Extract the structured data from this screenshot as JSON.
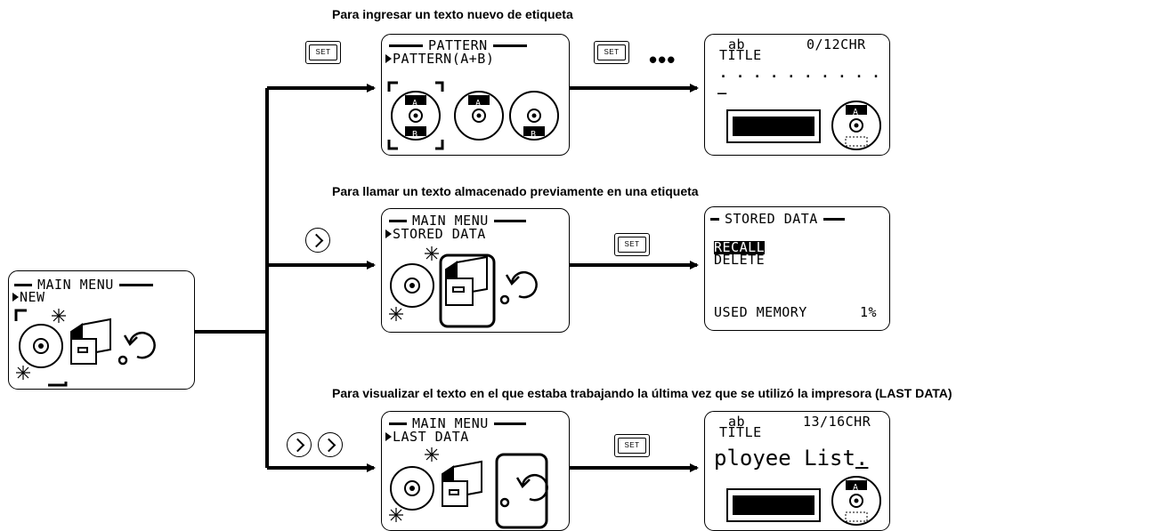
{
  "captions": {
    "new": "Para ingresar un texto nuevo de etiqueta",
    "stored": "Para llamar un texto almacenado previamente en una etiqueta",
    "last": "Para visualizar el texto en el que estaba trabajando la última vez que se utilizó la impresora (LAST DATA)"
  },
  "keys": {
    "set": "SET",
    "ellipsis": "•••"
  },
  "start_screen": {
    "header": "MAIN MENU",
    "selected": "NEW"
  },
  "pattern_screen": {
    "header": "PATTERN",
    "selected": "PATTERN(A+B)",
    "disc_labels": [
      "A",
      "B"
    ]
  },
  "title_new_screen": {
    "mode": "ab",
    "counter": "0/12CHR",
    "label": "TITLE",
    "dots": ". . . . . . . . . . .",
    "cursor": "_",
    "disc_label": "A"
  },
  "stored_menu_screen": {
    "header": "MAIN MENU",
    "selected": "STORED DATA"
  },
  "stored_data_screen": {
    "header": "STORED DATA",
    "items": [
      "RECALL",
      "DELETE"
    ],
    "footer_label": "USED MEMORY",
    "footer_value": "1%"
  },
  "last_menu_screen": {
    "header": "MAIN MENU",
    "selected": "LAST DATA"
  },
  "title_last_screen": {
    "mode": "ab",
    "counter": "13/16CHR",
    "label": "TITLE",
    "text": "ployee List",
    "cursor": ".",
    "disc_label": "A"
  }
}
